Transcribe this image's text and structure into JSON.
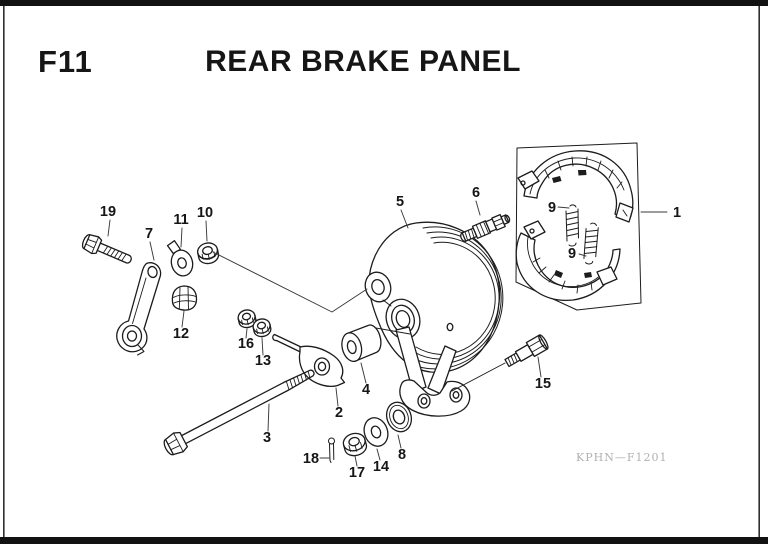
{
  "header": {
    "figure_code": "F11",
    "title": "REAR BRAKE PANEL"
  },
  "watermark": "KPHN—F1201",
  "callouts": {
    "1": "1",
    "2": "2",
    "3": "3",
    "4": "4",
    "5": "5",
    "6": "6",
    "7": "7",
    "8": "8",
    "9a": "9",
    "9b": "9",
    "10": "10",
    "11": "11",
    "12": "12",
    "13": "13",
    "14": "14",
    "15": "15",
    "16": "16",
    "17": "17",
    "18": "18",
    "19": "19"
  },
  "colors": {
    "ink": "#1c1c1c",
    "background": "#ffffff",
    "frame": "#121212",
    "watermark": "#b2b0b0"
  }
}
